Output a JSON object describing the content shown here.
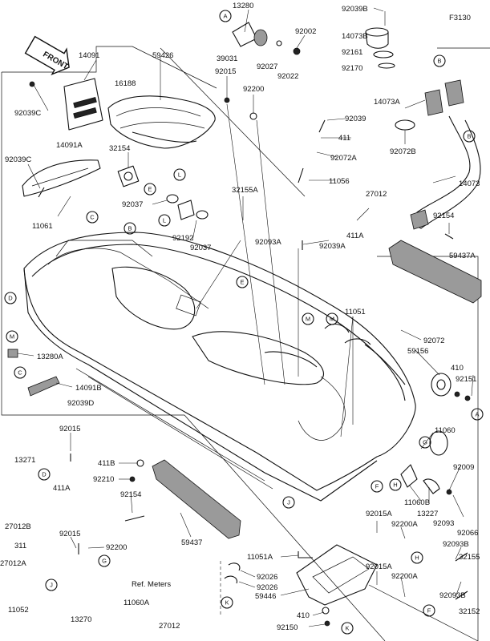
{
  "diagram": {
    "figure_code": "F3130",
    "front_label": "FRONT",
    "parts": [
      {
        "id": "p13280",
        "label": "13280"
      },
      {
        "id": "p92039B_top",
        "label": "92039B"
      },
      {
        "id": "p14073B",
        "label": "14073B"
      },
      {
        "id": "p92161",
        "label": "92161"
      },
      {
        "id": "p92170",
        "label": "92170"
      },
      {
        "id": "p92002",
        "label": "92002"
      },
      {
        "id": "p39031",
        "label": "39031"
      },
      {
        "id": "p92027",
        "label": "92027"
      },
      {
        "id": "p92022",
        "label": "92022"
      },
      {
        "id": "p14091",
        "label": "14091"
      },
      {
        "id": "p59426",
        "label": "59426"
      },
      {
        "id": "p92015_top",
        "label": "92015"
      },
      {
        "id": "p92200_top",
        "label": "92200"
      },
      {
        "id": "p16188",
        "label": "16188"
      },
      {
        "id": "p92039C_a",
        "label": "92039C"
      },
      {
        "id": "p14091A",
        "label": "14091A"
      },
      {
        "id": "p92039C_b",
        "label": "92039C"
      },
      {
        "id": "p11061",
        "label": "11061"
      },
      {
        "id": "p32154",
        "label": "32154"
      },
      {
        "id": "p92037_a",
        "label": "92037"
      },
      {
        "id": "p92192",
        "label": "92192"
      },
      {
        "id": "p92037_b",
        "label": "92037"
      },
      {
        "id": "p32155A",
        "label": "32155A"
      },
      {
        "id": "p92093A",
        "label": "92093A"
      },
      {
        "id": "p92039A",
        "label": "92039A"
      },
      {
        "id": "p92039",
        "label": "92039"
      },
      {
        "id": "p411",
        "label": "411"
      },
      {
        "id": "p92072A",
        "label": "92072A"
      },
      {
        "id": "p11056",
        "label": "11056"
      },
      {
        "id": "p27012_top",
        "label": "27012"
      },
      {
        "id": "p411A_top",
        "label": "411A"
      },
      {
        "id": "p14073A",
        "label": "14073A"
      },
      {
        "id": "p92072B",
        "label": "92072B"
      },
      {
        "id": "p14073",
        "label": "14073"
      },
      {
        "id": "p92154_right",
        "label": "92154"
      },
      {
        "id": "p59437A",
        "label": "59437A"
      },
      {
        "id": "p11051",
        "label": "11051"
      },
      {
        "id": "p92072",
        "label": "92072"
      },
      {
        "id": "p59156",
        "label": "59156"
      },
      {
        "id": "p410_right",
        "label": "410"
      },
      {
        "id": "p92151",
        "label": "92151"
      },
      {
        "id": "p13280A",
        "label": "13280A"
      },
      {
        "id": "p14091B",
        "label": "14091B"
      },
      {
        "id": "p92039D",
        "label": "92039D"
      },
      {
        "id": "p11060",
        "label": "11060"
      },
      {
        "id": "p92009",
        "label": "92009"
      },
      {
        "id": "p11060B",
        "label": "11060B"
      },
      {
        "id": "p13227",
        "label": "13227"
      },
      {
        "id": "p92093",
        "label": "92093"
      },
      {
        "id": "p92066",
        "label": "92066"
      },
      {
        "id": "p92015_left",
        "label": "92015"
      },
      {
        "id": "p13271",
        "label": "13271"
      },
      {
        "id": "p411A_left",
        "label": "411A"
      },
      {
        "id": "p27012B",
        "label": "27012B"
      },
      {
        "id": "p411B",
        "label": "411B"
      },
      {
        "id": "p92210",
        "label": "92210"
      },
      {
        "id": "p92154_mid",
        "label": "92154"
      },
      {
        "id": "p59437",
        "label": "59437"
      },
      {
        "id": "p92015_mid",
        "label": "92015"
      },
      {
        "id": "p92200_mid",
        "label": "92200"
      },
      {
        "id": "p311",
        "label": "311"
      },
      {
        "id": "p27012A",
        "label": "27012A"
      },
      {
        "id": "p11052",
        "label": "11052"
      },
      {
        "id": "p11060A",
        "label": "11060A"
      },
      {
        "id": "p13270",
        "label": "13270"
      },
      {
        "id": "p27012_bot",
        "label": "27012"
      },
      {
        "id": "p11051A",
        "label": "11051A"
      },
      {
        "id": "p92026_a",
        "label": "92026"
      },
      {
        "id": "p92026_b",
        "label": "92026"
      },
      {
        "id": "p59446",
        "label": "59446"
      },
      {
        "id": "p410_bot",
        "label": "410"
      },
      {
        "id": "p92150",
        "label": "92150"
      },
      {
        "id": "p92015A_a",
        "label": "92015A"
      },
      {
        "id": "p92200A_a",
        "label": "92200A"
      },
      {
        "id": "p92093B_a",
        "label": "92093B"
      },
      {
        "id": "p32155",
        "label": "32155"
      },
      {
        "id": "p92015A_b",
        "label": "92015A"
      },
      {
        "id": "p92200A_b",
        "label": "92200A"
      },
      {
        "id": "p92093B_b",
        "label": "92093B"
      },
      {
        "id": "p32152",
        "label": "32152"
      }
    ],
    "ref_note": "Ref. Meters",
    "callouts": [
      "A",
      "A",
      "B",
      "B",
      "B",
      "C",
      "C",
      "D",
      "D",
      "E",
      "E",
      "F",
      "F",
      "G",
      "G",
      "H",
      "H",
      "J",
      "J",
      "K",
      "K",
      "L",
      "L",
      "M",
      "M",
      "M"
    ]
  }
}
